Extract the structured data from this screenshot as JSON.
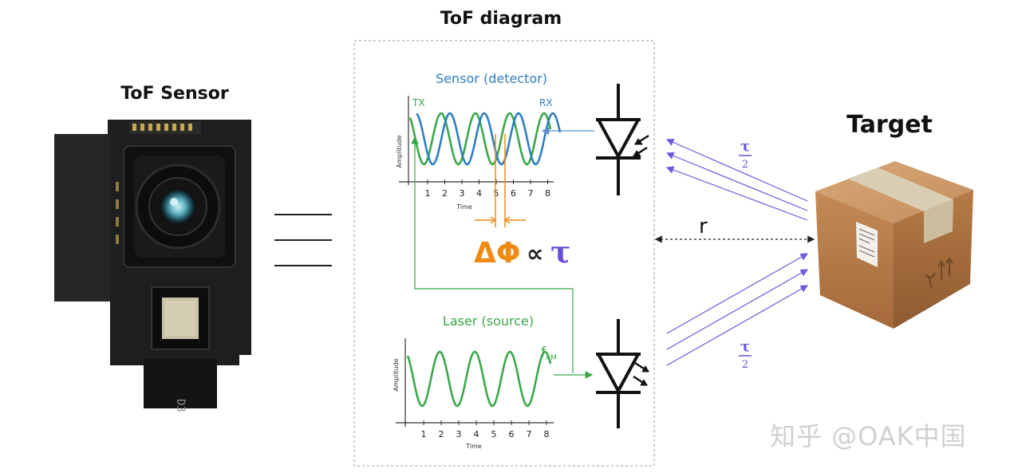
{
  "labels": {
    "diagram_title": "ToF diagram",
    "sensor_title": "ToF Sensor",
    "target_title": "Target",
    "detector_title": "Sensor (detector)",
    "source_title": "Laser (source)",
    "tx": "TX",
    "rx": "RX",
    "f_am": "f",
    "f_am_sub": "AM",
    "amplitude": "Amplitude",
    "time": "Time",
    "delta_phi": "ΔΦ",
    "proportional": "∝",
    "tau": "τ",
    "tau_num": "τ",
    "tau_den": "2",
    "distance": "r",
    "watermark": "知乎 @OAK中国"
  },
  "ticks": [
    "1",
    "2",
    "3",
    "4",
    "5",
    "6",
    "7",
    "8"
  ],
  "colors": {
    "tx_wave": "#3aa84a",
    "rx_wave": "#2f7fc1",
    "phase": "#f08a12",
    "tau": "#6a4fd6",
    "beam": "#6a5ae0",
    "text": "#111111",
    "box": "#b27a4a"
  }
}
